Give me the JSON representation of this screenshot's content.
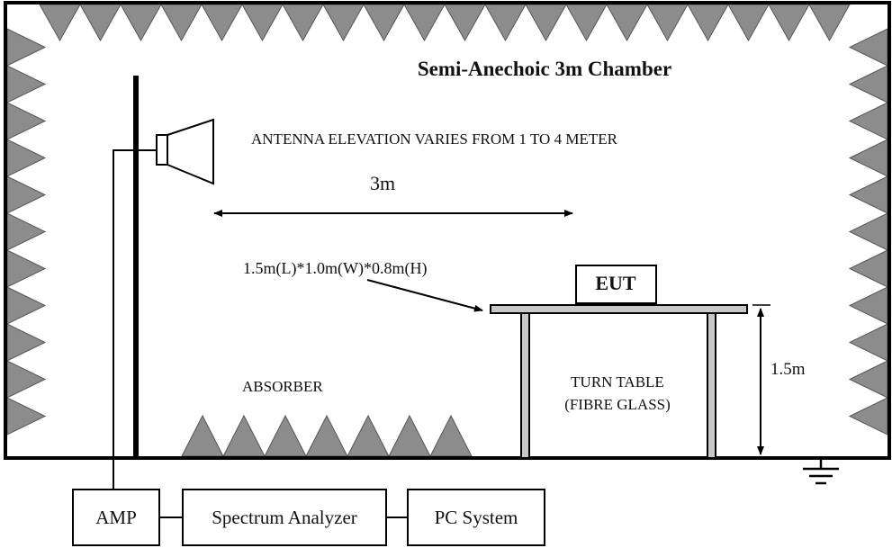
{
  "title": "Semi-Anechoic 3m Chamber",
  "elevation_note": "ANTENNA ELEVATION VARIES FROM 1 TO 4 METER",
  "distance_label": "3m",
  "table_dimensions": "1.5m(L)*1.0m(W)*0.8m(H)",
  "eut_label": "EUT",
  "absorber_label": "ABSORBER",
  "turntable_line1": "TURN TABLE",
  "turntable_line2": "(FIBRE GLASS)",
  "height_label": "1.5m",
  "equipment": {
    "amp": "AMP",
    "analyzer": "Spectrum Analyzer",
    "pc": "PC System"
  },
  "colors": {
    "absorber": "#8c8c8c",
    "table": "#c8c8c8",
    "line": "#000000"
  },
  "icons": [
    "horn-antenna-icon",
    "ground-symbol-icon"
  ]
}
